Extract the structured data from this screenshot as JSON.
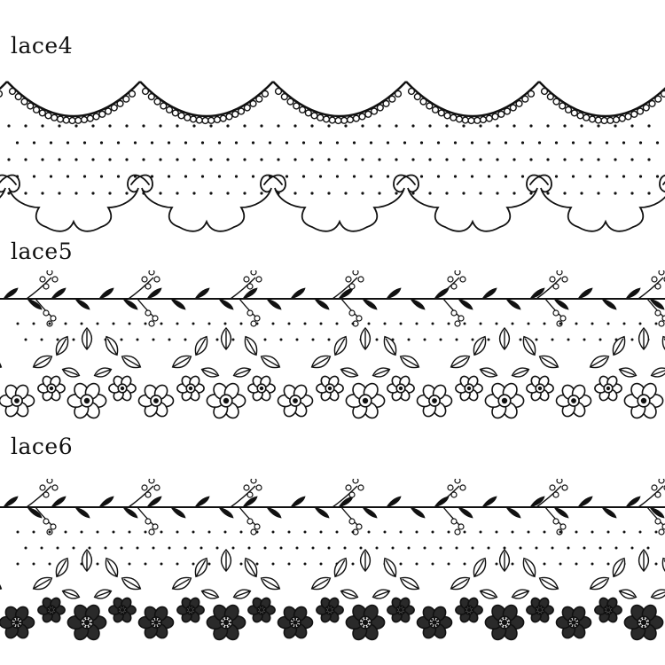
{
  "ink_color": "#111111",
  "background_color": "#ffffff",
  "laces": [
    {
      "label": "lace4",
      "style": "scalloped-loops",
      "fill": "none"
    },
    {
      "label": "lace5",
      "style": "vine-flower-garland",
      "fill": "white"
    },
    {
      "label": "lace6",
      "style": "vine-flower-garland",
      "fill": "dark"
    }
  ]
}
